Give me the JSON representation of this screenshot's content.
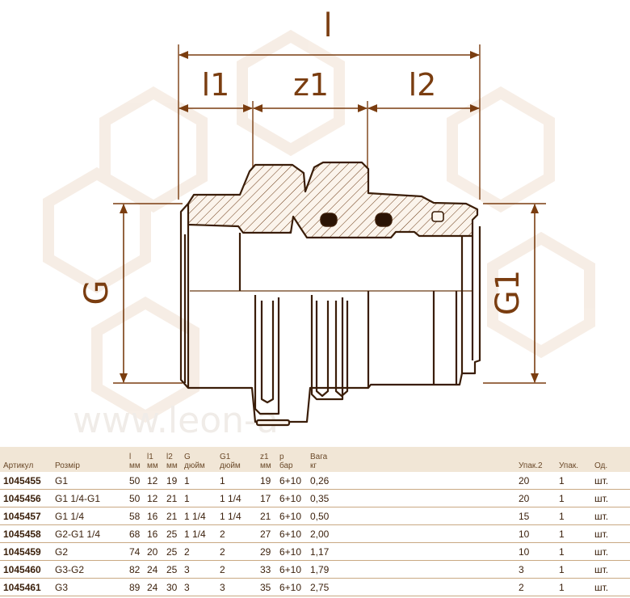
{
  "diagram": {
    "labels": {
      "overall_length": "l",
      "left_insert": "l1",
      "middle_gap": "z1",
      "right_insert": "l2",
      "left_thread": "G",
      "right_thread": "G1"
    },
    "watermark": "www.leon-a"
  },
  "table": {
    "headers": {
      "article": "Артикул",
      "size": "Розмір",
      "l": "l",
      "l_unit": "мм",
      "l1": "l1",
      "l1_unit": "мм",
      "l2": "l2",
      "l2_unit": "мм",
      "g": "G",
      "g_unit": "дюйм",
      "g1": "G1",
      "g1_unit": "дюйм",
      "z1": "z1",
      "z1_unit": "мм",
      "p": "p",
      "p_unit": "бар",
      "weight": "Вага",
      "weight_unit": "кг",
      "pack2": "Упак.2",
      "pack": "Упак.",
      "unit": "Од."
    },
    "rows": [
      {
        "article": "1045455",
        "size": "G1",
        "l": "50",
        "l1": "12",
        "l2": "19",
        "g": "1",
        "g1": "1",
        "z1": "19",
        "p": "6+10",
        "weight": "0,26",
        "pack2": "20",
        "pack": "1",
        "unit": "шт."
      },
      {
        "article": "1045456",
        "size": "G1 1/4-G1",
        "l": "50",
        "l1": "12",
        "l2": "21",
        "g": "1",
        "g1": "1 1/4",
        "z1": "17",
        "p": "6+10",
        "weight": "0,35",
        "pack2": "20",
        "pack": "1",
        "unit": "шт."
      },
      {
        "article": "1045457",
        "size": "G1 1/4",
        "l": "58",
        "l1": "16",
        "l2": "21",
        "g": "1 1/4",
        "g1": "1 1/4",
        "z1": "21",
        "p": "6+10",
        "weight": "0,50",
        "pack2": "15",
        "pack": "1",
        "unit": "шт."
      },
      {
        "article": "1045458",
        "size": "G2-G1 1/4",
        "l": "68",
        "l1": "16",
        "l2": "25",
        "g": "1 1/4",
        "g1": "2",
        "z1": "27",
        "p": "6+10",
        "weight": "2,00",
        "pack2": "10",
        "pack": "1",
        "unit": "шт."
      },
      {
        "article": "1045459",
        "size": "G2",
        "l": "74",
        "l1": "20",
        "l2": "25",
        "g": "2",
        "g1": "2",
        "z1": "29",
        "p": "6+10",
        "weight": "1,17",
        "pack2": "10",
        "pack": "1",
        "unit": "шт."
      },
      {
        "article": "1045460",
        "size": "G3-G2",
        "l": "82",
        "l1": "24",
        "l2": "25",
        "g": "3",
        "g1": "2",
        "z1": "33",
        "p": "6+10",
        "weight": "1,79",
        "pack2": "3",
        "pack": "1",
        "unit": "шт."
      },
      {
        "article": "1045461",
        "size": "G3",
        "l": "89",
        "l1": "24",
        "l2": "30",
        "g": "3",
        "g1": "3",
        "z1": "35",
        "p": "6+10",
        "weight": "2,75",
        "pack2": "2",
        "pack": "1",
        "unit": "шт."
      }
    ]
  },
  "colors": {
    "outline": "#3a1d08",
    "dimension": "#7a3d10",
    "header_bg": "#f1e6d6",
    "row_border": "#c9a983"
  }
}
